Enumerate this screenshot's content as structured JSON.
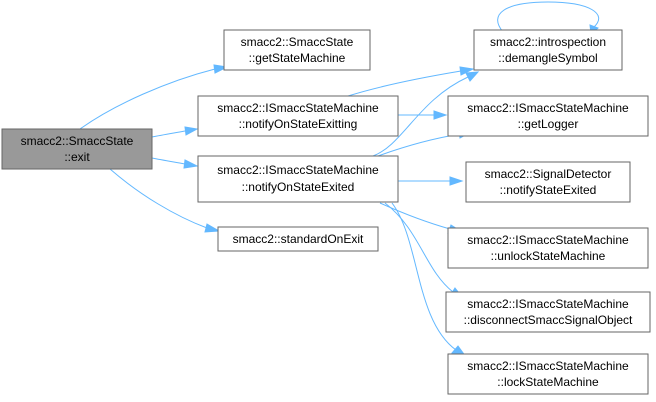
{
  "colors": {
    "edge": "#63b8ff",
    "root_fill": "#999999",
    "node_fill": "#ffffff",
    "node_border": "#666666"
  },
  "nodes": {
    "exit": {
      "line1": "smacc2::SmaccState",
      "line2": "::exit"
    },
    "getStateMachine": {
      "line1": "smacc2::SmaccState",
      "line2": "::getStateMachine"
    },
    "notifyOnStateExitting": {
      "line1": "smacc2::ISmaccStateMachine",
      "line2": "::notifyOnStateExitting"
    },
    "notifyOnStateExited": {
      "line1": "smacc2::ISmaccStateMachine",
      "line2": "::notifyOnStateExited"
    },
    "standardOnExit": {
      "line1": "smacc2::standardOnExit"
    },
    "demangleSymbol": {
      "line1": "smacc2::introspection",
      "line2": "::demangleSymbol"
    },
    "getLogger": {
      "line1": "smacc2::ISmaccStateMachine",
      "line2": "::getLogger"
    },
    "notifyStateExited": {
      "line1": "smacc2::SignalDetector",
      "line2": "::notifyStateExited"
    },
    "unlockStateMachine": {
      "line1": "smacc2::ISmaccStateMachine",
      "line2": "::unlockStateMachine"
    },
    "disconnectSmaccSignalObject": {
      "line1": "smacc2::ISmaccStateMachine",
      "line2": "::disconnectSmaccSignalObject"
    },
    "lockStateMachine": {
      "line1": "smacc2::ISmaccStateMachine",
      "line2": "::lockStateMachine"
    }
  }
}
